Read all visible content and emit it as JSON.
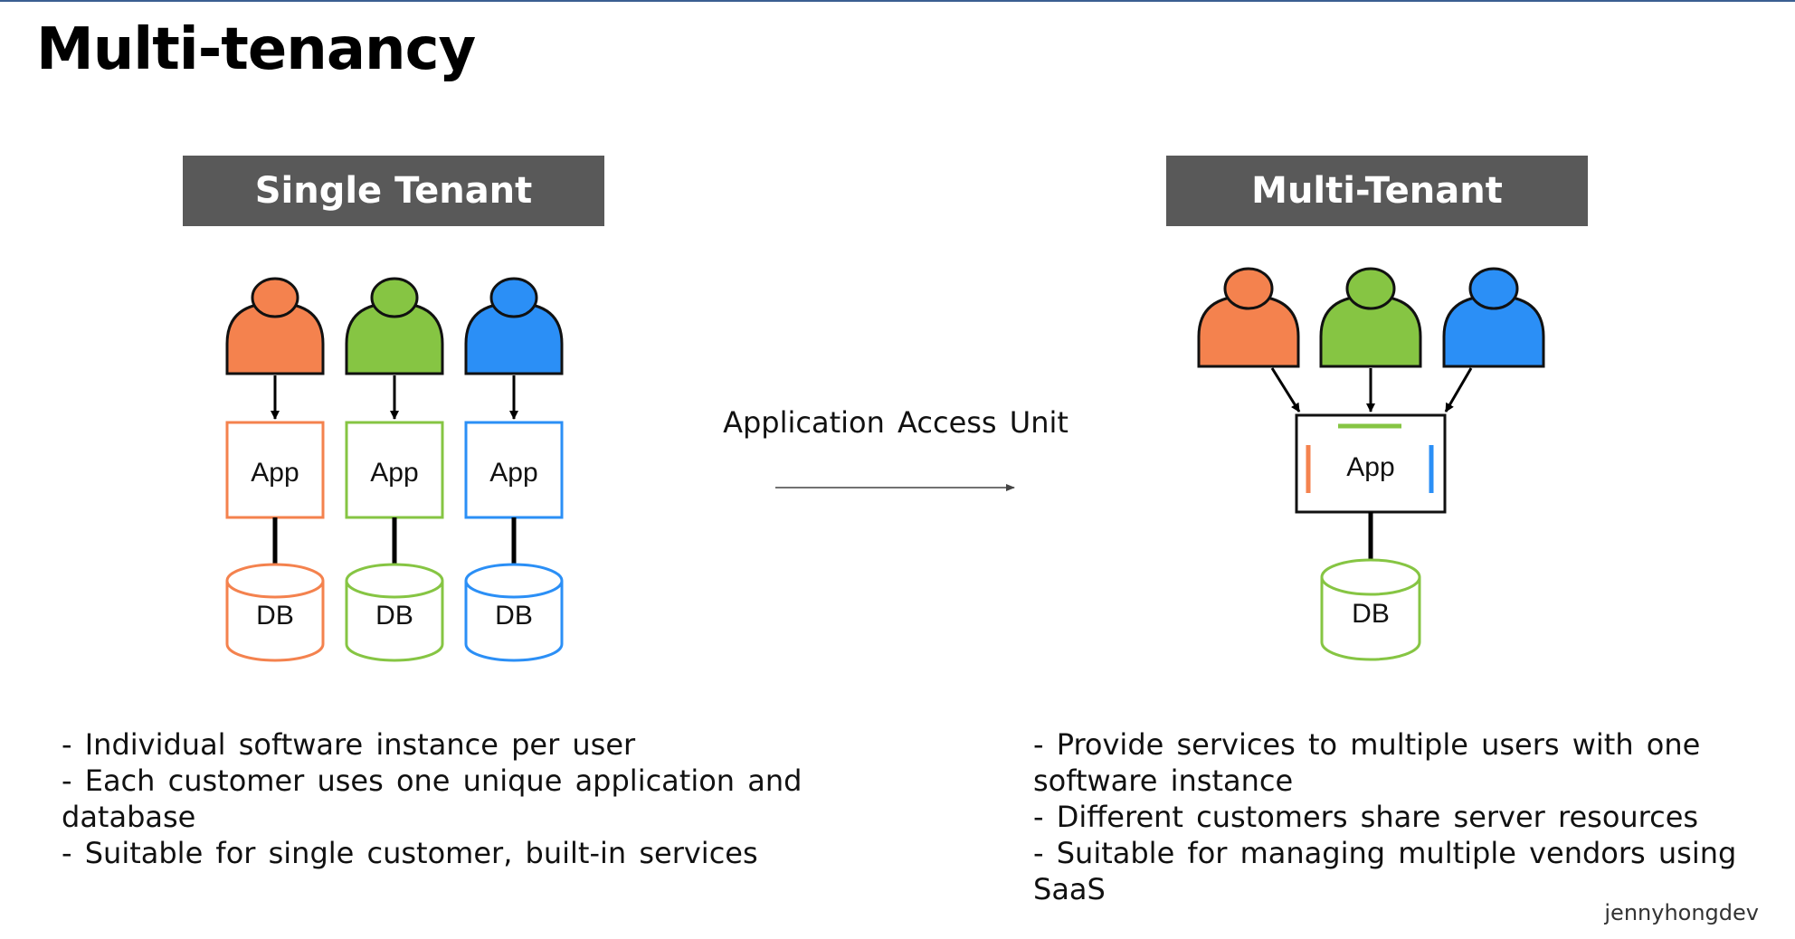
{
  "title": "Multi-tenancy",
  "colors": {
    "orange": "#F4824E",
    "green": "#86C543",
    "blue": "#2B8FF6",
    "header_bg": "#595959",
    "top_rule": "#3B5E91"
  },
  "single_tenant": {
    "header": "Single Tenant",
    "columns": [
      {
        "color": "orange",
        "app_label": "App",
        "db_label": "DB"
      },
      {
        "color": "green",
        "app_label": "App",
        "db_label": "DB"
      },
      {
        "color": "blue",
        "app_label": "App",
        "db_label": "DB"
      }
    ],
    "bullets": [
      "- Individual software instance per user",
      "- Each customer uses one unique application and database",
      "- Suitable for single customer, built-in services"
    ]
  },
  "arrow_label": "Application Access Unit",
  "multi_tenant": {
    "header": "Multi-Tenant",
    "users": [
      "orange",
      "green",
      "blue"
    ],
    "app_label": "App",
    "db_label": "DB",
    "db_color": "green",
    "bullets": [
      "- Provide services to multiple users with one",
      "software instance",
      "- Different customers share server resources",
      "- Suitable for managing multiple vendors using SaaS"
    ]
  },
  "watermark": "jennyhongdev"
}
